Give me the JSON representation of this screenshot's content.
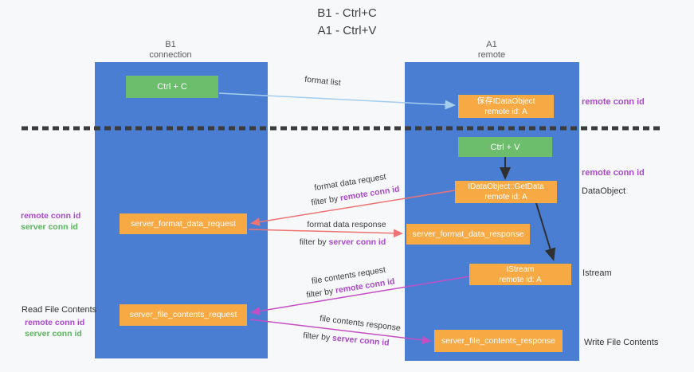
{
  "title": {
    "line1": "B1 - Ctrl+C",
    "line2": "A1 - Ctrl+V"
  },
  "lanes": {
    "b1": {
      "name": "B1",
      "role": "connection"
    },
    "a1": {
      "name": "A1",
      "role": "remote"
    }
  },
  "boxes": {
    "ctrl_c": {
      "label": "Ctrl + C"
    },
    "ctrl_v": {
      "label": "Ctrl + V"
    },
    "save_idataobject": {
      "line1": "保存IDataObject",
      "line2": "remote id: A"
    },
    "idataobject_getdata": {
      "line1": "IDataObject::GetData",
      "line2": "remote id: A"
    },
    "istream": {
      "line1": "IStream",
      "line2": "remote id: A"
    },
    "server_format_data_request": {
      "label": "server_format_data_request"
    },
    "server_format_data_response": {
      "label": "server_format_data_response"
    },
    "server_file_contents_request": {
      "label": "server_file_contents_request"
    },
    "server_file_contents_response": {
      "label": "server_file_contents_response"
    }
  },
  "arrow_labels": {
    "format_list": "format list",
    "format_data_request": "format data request",
    "format_data_response": "format data response",
    "file_contents_request": "file contents request",
    "file_contents_response": "file contents response",
    "filter_by": "filter by ",
    "remote_conn_id": "remote conn id",
    "server_conn_id": "server conn id"
  },
  "side_labels": {
    "remote_conn_id": "remote conn id",
    "server_conn_id": "server conn id",
    "dataobject": "DataObject",
    "istream": "Istream",
    "read_file_contents": "Read File Contents",
    "write_file_contents": "Write File Contents"
  },
  "colors": {
    "lane_blue": "#4a7ed2",
    "box_green": "#6cbe6c",
    "box_orange": "#f7a943",
    "accent_purple": "#ab47cf",
    "accent_green": "#58b55a",
    "arrow_salmon": "#ef7373",
    "arrow_magenta": "#c44fc4",
    "arrow_lightblue": "#a5cdee",
    "arrow_black": "#2f2f2f",
    "dashed_line": "#3b3b3b"
  }
}
